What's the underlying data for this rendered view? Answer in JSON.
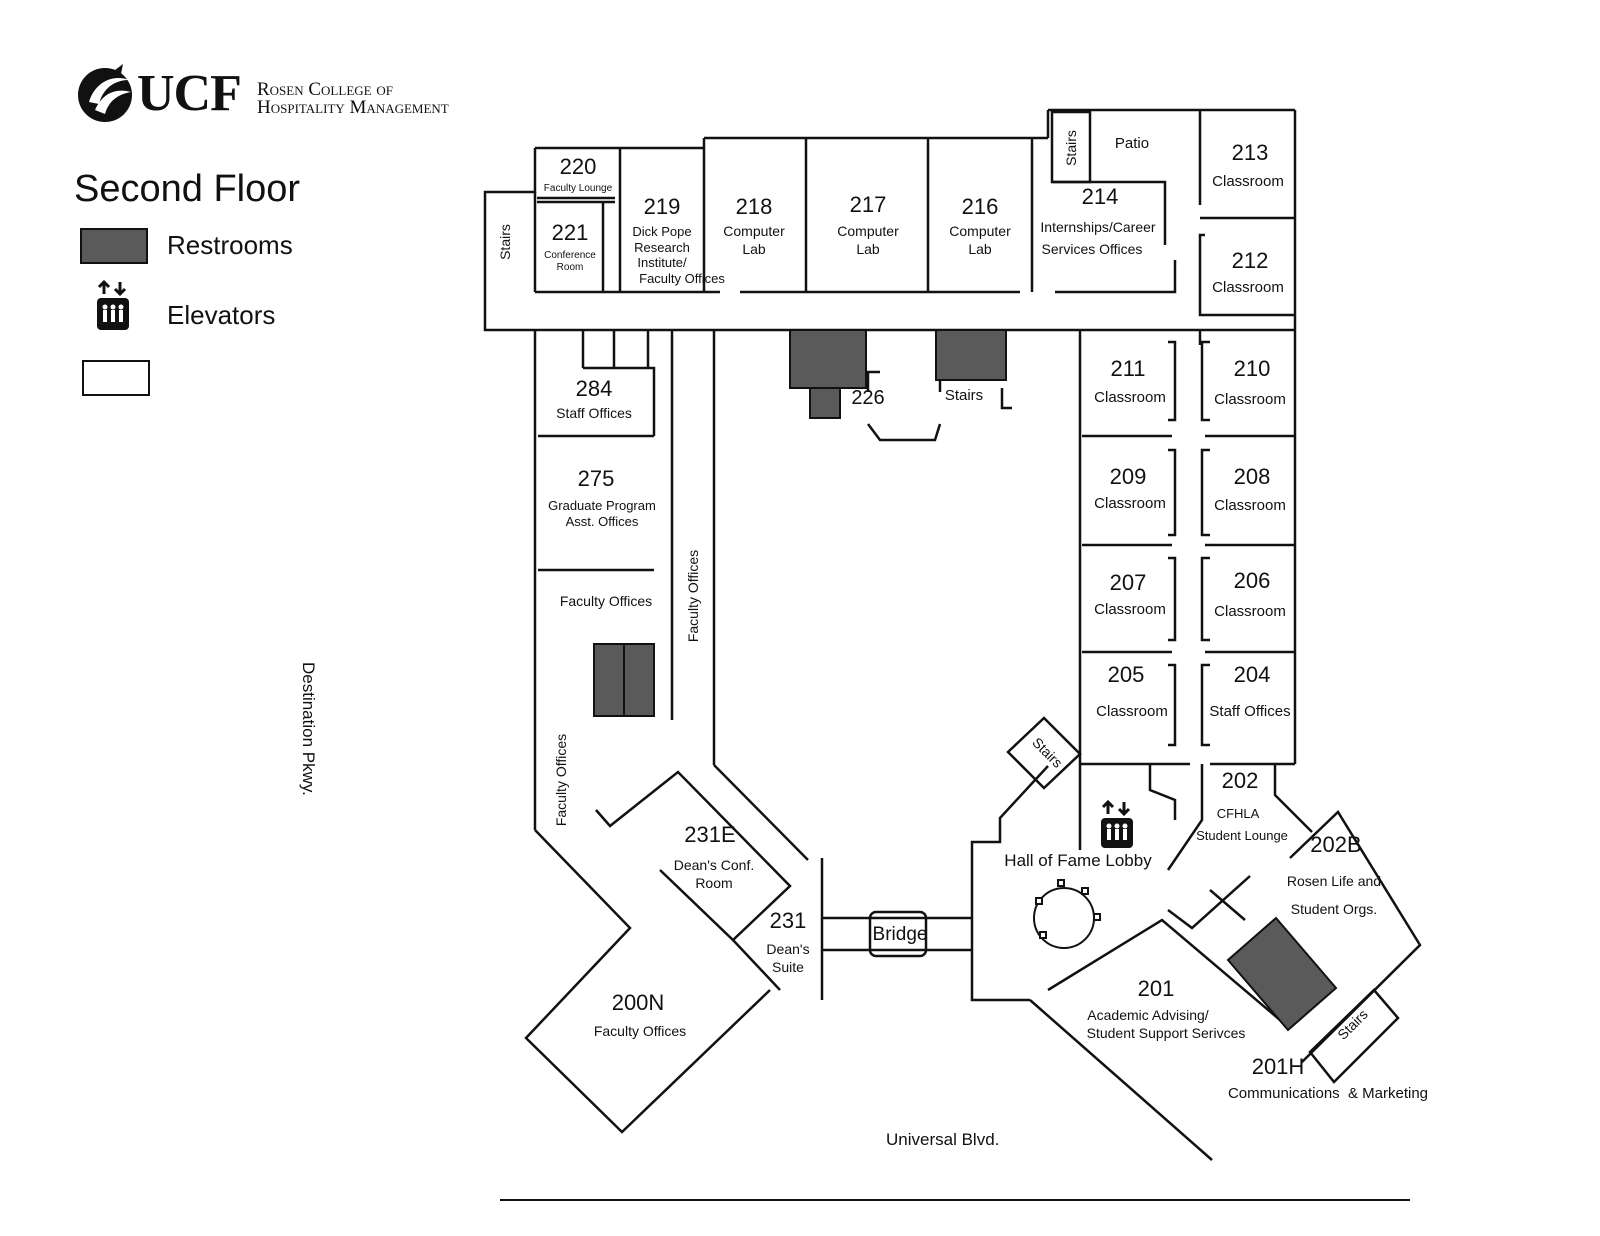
{
  "logo": {
    "name": "ucf-pegasus-logo-icon",
    "ucf": "UCF",
    "line1": "Rosen College of",
    "line2": "Hospitality Management"
  },
  "title": "Second Floor",
  "legend": {
    "restrooms": "Restrooms",
    "elevators": "Elevators"
  },
  "colors": {
    "restroom_fill": "#5a5a5a",
    "wall": "#111111"
  },
  "roads": {
    "side": "Destination Pkwy.",
    "bottom": "Universal Blvd."
  },
  "rooms": {
    "r220": {
      "num": "220",
      "name": "Faculty Lounge"
    },
    "r221": {
      "num": "221",
      "line1": "Conference",
      "line2": "Room"
    },
    "stairs_nw": "Stairs",
    "r219": {
      "num": "219",
      "line1": "Dick Pope",
      "line2": "Research",
      "line3": "Institute/",
      "line4": "Faculty Offices"
    },
    "r218": {
      "num": "218",
      "line1": "Computer",
      "line2": "Lab"
    },
    "r217": {
      "num": "217",
      "line1": "Computer",
      "line2": "Lab"
    },
    "r216": {
      "num": "216",
      "line1": "Computer",
      "line2": "Lab"
    },
    "stairs_ne": "Stairs",
    "patio": "Patio",
    "r214": {
      "num": "214",
      "line1": "Internships/Career",
      "line2": "Services Offices"
    },
    "r213": {
      "num": "213",
      "name": "Classroom"
    },
    "r212": {
      "num": "212",
      "name": "Classroom"
    },
    "r284": {
      "num": "284",
      "name": "Staff Offices"
    },
    "r226": {
      "num": "226"
    },
    "stairs_226": "Stairs",
    "r275": {
      "num": "275",
      "line1": "Graduate Program",
      "line2": "Asst. Offices"
    },
    "faculty_offices_w": "Faculty Offices",
    "faculty_offices_corridor": "Faculty Offices",
    "faculty_offices_sw": "Faculty Offices",
    "r211": {
      "num": "211",
      "name": "Classroom"
    },
    "r210": {
      "num": "210",
      "name": "Classroom"
    },
    "r209": {
      "num": "209",
      "name": "Classroom"
    },
    "r208": {
      "num": "208",
      "name": "Classroom"
    },
    "r207": {
      "num": "207",
      "name": "Classroom"
    },
    "r206": {
      "num": "206",
      "name": "Classroom"
    },
    "r205": {
      "num": "205",
      "name": "Classroom"
    },
    "r204": {
      "num": "204",
      "name": "Staff Offices"
    },
    "r202": {
      "num": "202",
      "line1": "CFHLA",
      "line2": "Student Lounge"
    },
    "r202b": {
      "num": "202B",
      "line1": "Rosen Life and",
      "line2": "Student Orgs."
    },
    "stairs_lobby": "Stairs",
    "stairs_se": "Stairs",
    "lobby": "Hall of Fame Lobby",
    "r231e": {
      "num": "231E",
      "line1": "Dean's Conf.",
      "line2": "Room"
    },
    "r231": {
      "num": "231",
      "line1": "Dean's",
      "line2": "Suite"
    },
    "bridge": "Bridge",
    "r200n": {
      "num": "200N",
      "name": "Faculty Offices"
    },
    "r201": {
      "num": "201",
      "line1": "Academic Advising/",
      "line2": "Student Support Serivces"
    },
    "r201h": {
      "num": "201H",
      "name": "Communications  & Marketing"
    }
  }
}
